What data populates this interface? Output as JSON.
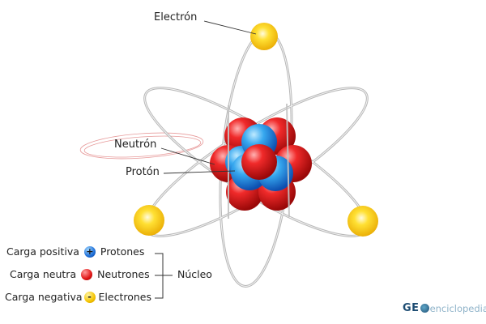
{
  "labels": {
    "electron": "Electrón",
    "neutron": "Neutrón",
    "proton": "Protón"
  },
  "legend": {
    "rows": [
      {
        "charge": "Carga positiva",
        "symbol": "+",
        "particle": "Protones",
        "color": "#1e6fd8"
      },
      {
        "charge": "Carga neutra",
        "symbol": "",
        "particle": "Neutrones",
        "color": "#e01515"
      },
      {
        "charge": "Carga negativa",
        "symbol": "-",
        "particle": "Electrones",
        "color": "#f4c400"
      }
    ],
    "group_label": "Núcleo"
  },
  "logo": {
    "brand": "GE",
    "suffix": "enciclopedia"
  },
  "colors": {
    "proton": "#1e6fd8",
    "neutron": "#e01515",
    "electron": "#f4c400",
    "orbit": "#b5b5b5"
  }
}
